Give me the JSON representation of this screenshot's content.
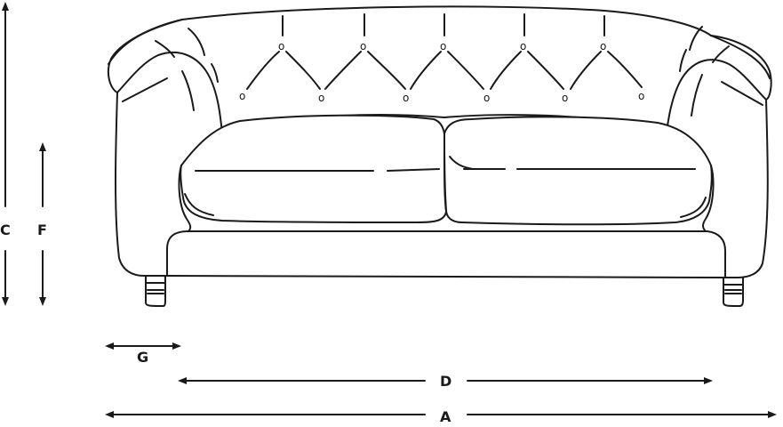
{
  "diagram": {
    "line_color": "#1a1a1a",
    "background": "#ffffff",
    "dimensions": {
      "a": "A",
      "c": "C",
      "d": "D",
      "f": "F",
      "g": "G"
    },
    "button_glyph": "o"
  }
}
